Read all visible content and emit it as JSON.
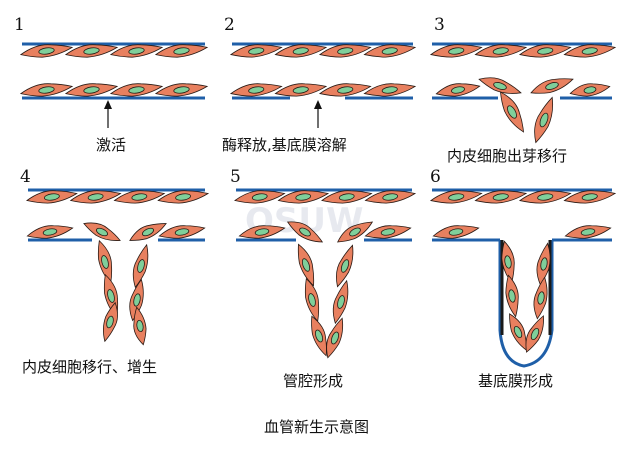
{
  "title": "血管新生示意图",
  "watermark": "OSUW",
  "colors": {
    "membrane": "#1f5fa8",
    "cell": "#e8805f",
    "nucleus": "#7fcf9a",
    "wall": "#1a1a1a"
  },
  "panels": [
    {
      "number": "1",
      "caption": "激活"
    },
    {
      "number": "2",
      "caption": "酶释放,基底膜溶解"
    },
    {
      "number": "3",
      "caption": "内皮细胞出芽移行"
    },
    {
      "number": "4",
      "caption": "内皮细胞移行、增生"
    },
    {
      "number": "5",
      "caption": "管腔形成"
    },
    {
      "number": "6",
      "caption": "基底膜形成"
    }
  ]
}
